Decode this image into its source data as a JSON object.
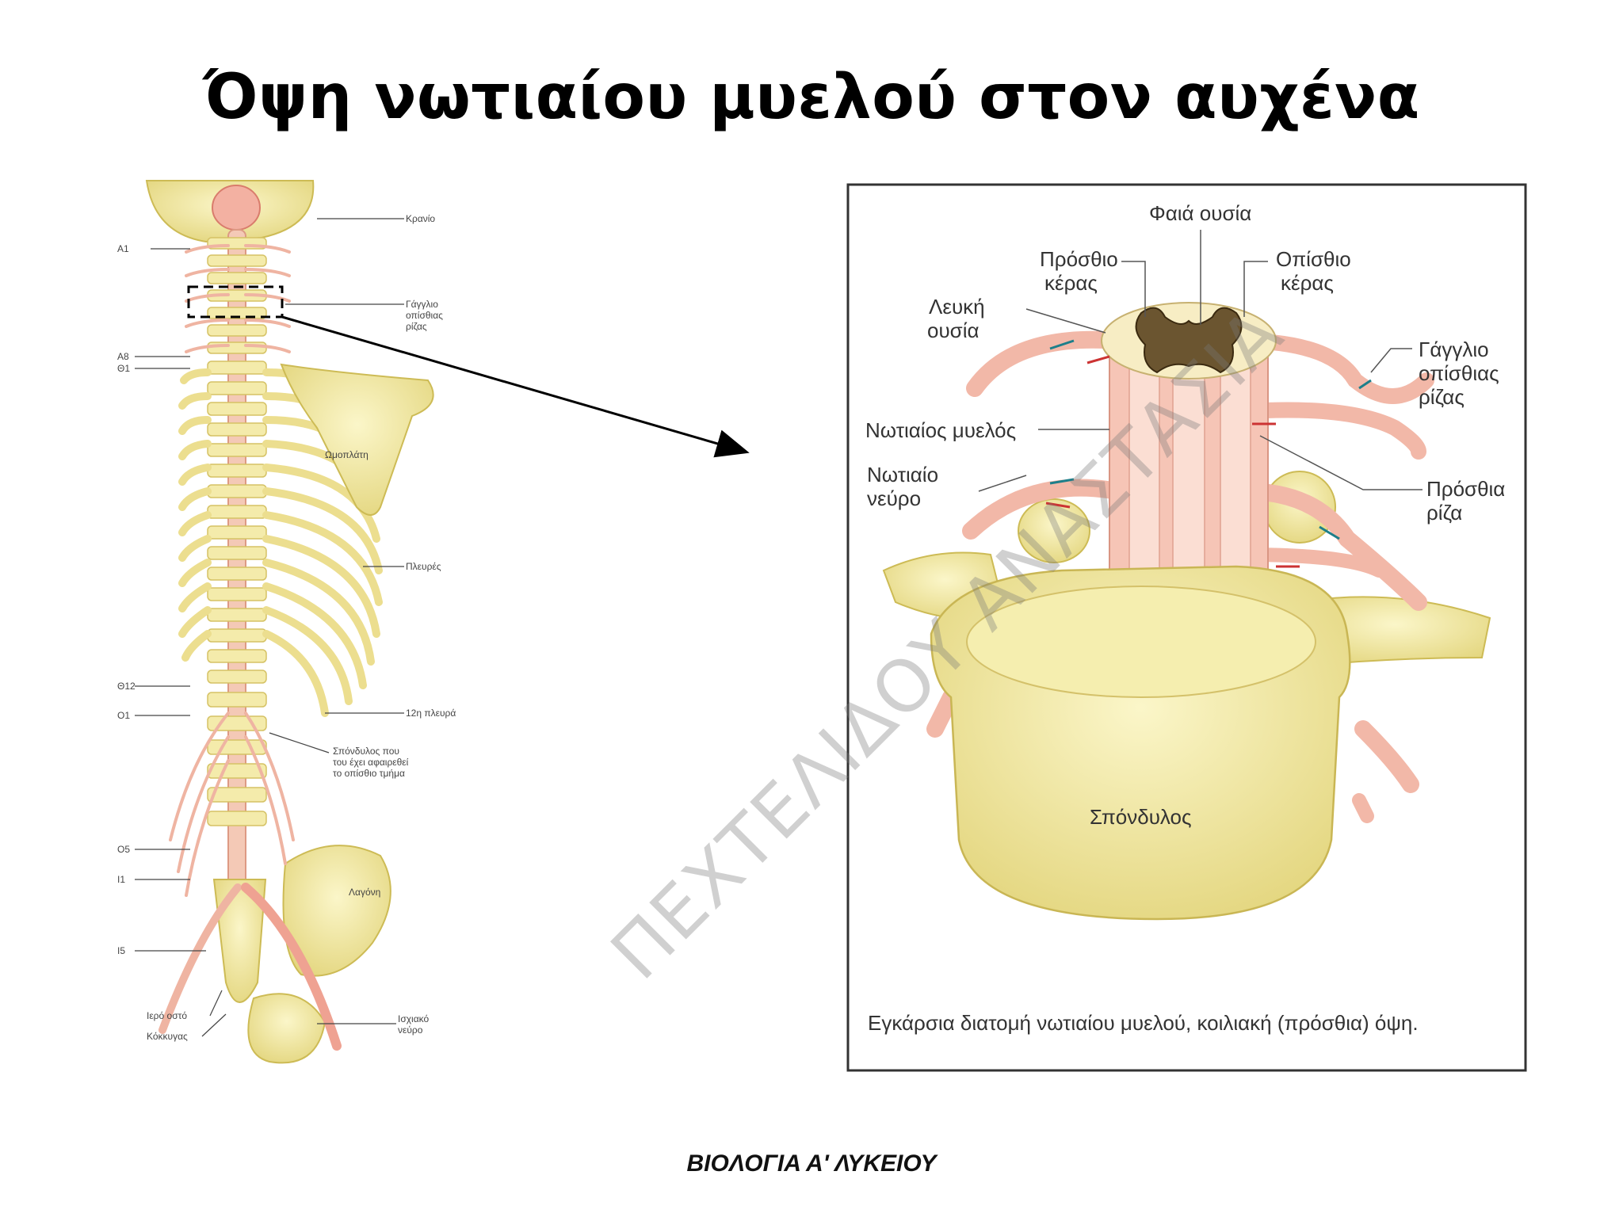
{
  "slide": {
    "title": "Όψη νωτιαίου μυελού στον αυχένα",
    "footer": "ΒΙΟΛΟΓΙΑ Α' ΛΥΚΕΙΟΥ",
    "watermark": "ΠΕΧΤΕΛΙΔΟΥ ΑΝΑΣΤΑΣΙΑ"
  },
  "left_figure": {
    "labels_right": {
      "skull": "Κρανίο",
      "ganglion_1": "Γάγγλιο",
      "ganglion_2": "οπίσθιας",
      "ganglion_3": "ρίζας",
      "scapula": "Ωμοπλάτη",
      "ribs": "Πλευρές",
      "rib12": "12η πλευρά",
      "vertebra_1": "Σπόνδυλος που",
      "vertebra_2": "του έχει αφαιρεθεί",
      "vertebra_3": "το οπίσθιο τμήμα",
      "ilium": "Λαγόνη",
      "sciatic_1": "Ισχιακό",
      "sciatic_2": "νεύρο"
    },
    "labels_left": {
      "a1": "Α1",
      "a8": "Α8",
      "th1": "Θ1",
      "th12": "Θ12",
      "o1": "Ο1",
      "o5": "Ο5",
      "i1": "Ι1",
      "i5": "Ι5",
      "sacrum": "Ιερό οστό",
      "coccyx": "Κόκκυγας"
    }
  },
  "right_figure": {
    "labels": {
      "gray_matter": "Φαιά ουσία",
      "anterior_horn_1": "Πρόσθιο",
      "anterior_horn_2": "κέρας",
      "posterior_horn_1": "Οπίσθιο",
      "posterior_horn_2": "κέρας",
      "white_matter_1": "Λευκή",
      "white_matter_2": "ουσία",
      "dorsal_ganglion_1": "Γάγγλιο",
      "dorsal_ganglion_2": "οπίσθιας",
      "dorsal_ganglion_3": "ρίζας",
      "spinal_cord": "Νωτιαίος μυελός",
      "spinal_nerve_1": "Νωτιαίο",
      "spinal_nerve_2": "νεύρο",
      "anterior_root_1": "Πρόσθια",
      "anterior_root_2": "ρίζα",
      "vertebra": "Σπόνδυλος"
    },
    "caption": "Εγκάρσια διατομή νωτιαίου μυελού, κοιλιακή (πρόσθια) όψη."
  },
  "colors": {
    "bone": "#f2e9a0",
    "bone_dark": "#d8c86a",
    "nerve": "#f0b9a8",
    "nerve_dark": "#d98b7a",
    "gray_matter": "#6b5530"
  }
}
